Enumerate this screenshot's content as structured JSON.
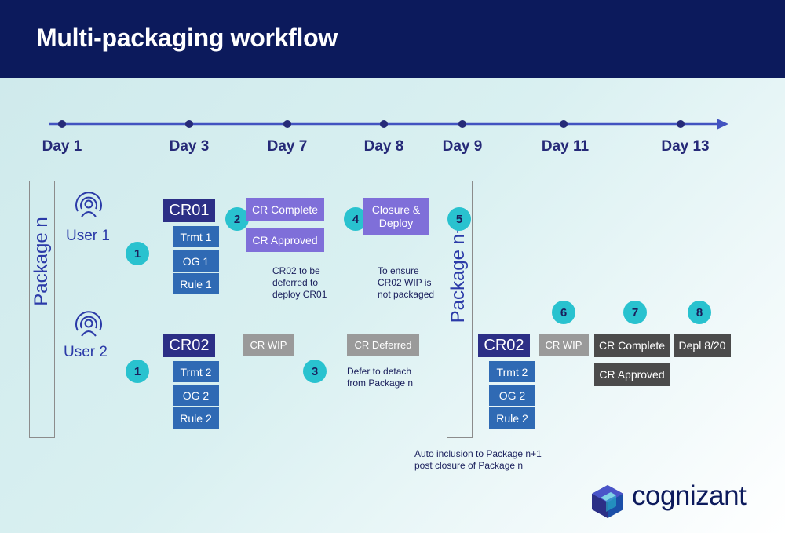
{
  "header": {
    "title": "Multi-packaging workflow"
  },
  "timeline": {
    "days": [
      "Day 1",
      "Day 3",
      "Day 7",
      "Day 8",
      "Day 9",
      "Day 11",
      "Day 13"
    ]
  },
  "packages": {
    "n_label": "Package n",
    "n1_label": "Package n+1"
  },
  "users": {
    "user1": "User 1",
    "user2": "User 2"
  },
  "badges": [
    "1",
    "1",
    "2",
    "3",
    "4",
    "5",
    "6",
    "7",
    "8"
  ],
  "cr01": {
    "title": "CR01",
    "items": [
      "Trmt 1",
      "OG 1",
      "Rule 1"
    ],
    "complete": "CR Complete",
    "approved": "CR Approved",
    "closure": "Closure &\nDeploy"
  },
  "cr02": {
    "title": "CR02",
    "items": [
      "Trmt 2",
      "OG 2",
      "Rule 2"
    ],
    "wip": "CR WIP",
    "deferred": "CR Deferred"
  },
  "cr02_next": {
    "title": "CR02",
    "items": [
      "Trmt 2",
      "OG 2",
      "Rule 2"
    ],
    "wip": "CR WIP",
    "complete": "CR Complete",
    "approved": "CR Approved",
    "deploy": "Depl 8/20"
  },
  "notes": {
    "defer_cr02": "CR02 to be\ndeferred to\ndeploy CR01",
    "ensure_wip": "To ensure\nCR02 WIP is\nnot packaged",
    "detach": "Defer to detach\nfrom Package n",
    "auto_inclusion": "Auto inclusion to Package n+1\npost closure of Package n"
  },
  "brand": {
    "name": "cognizant"
  },
  "colors": {
    "header_bg": "#0c1a5c",
    "badge": "#29c2cf",
    "cr_head": "#2c2f86",
    "blue_box": "#2f6ab4",
    "purple_box": "#7f6fd9",
    "gray_box": "#9a9a9a",
    "dark_box": "#4b4b4b"
  }
}
